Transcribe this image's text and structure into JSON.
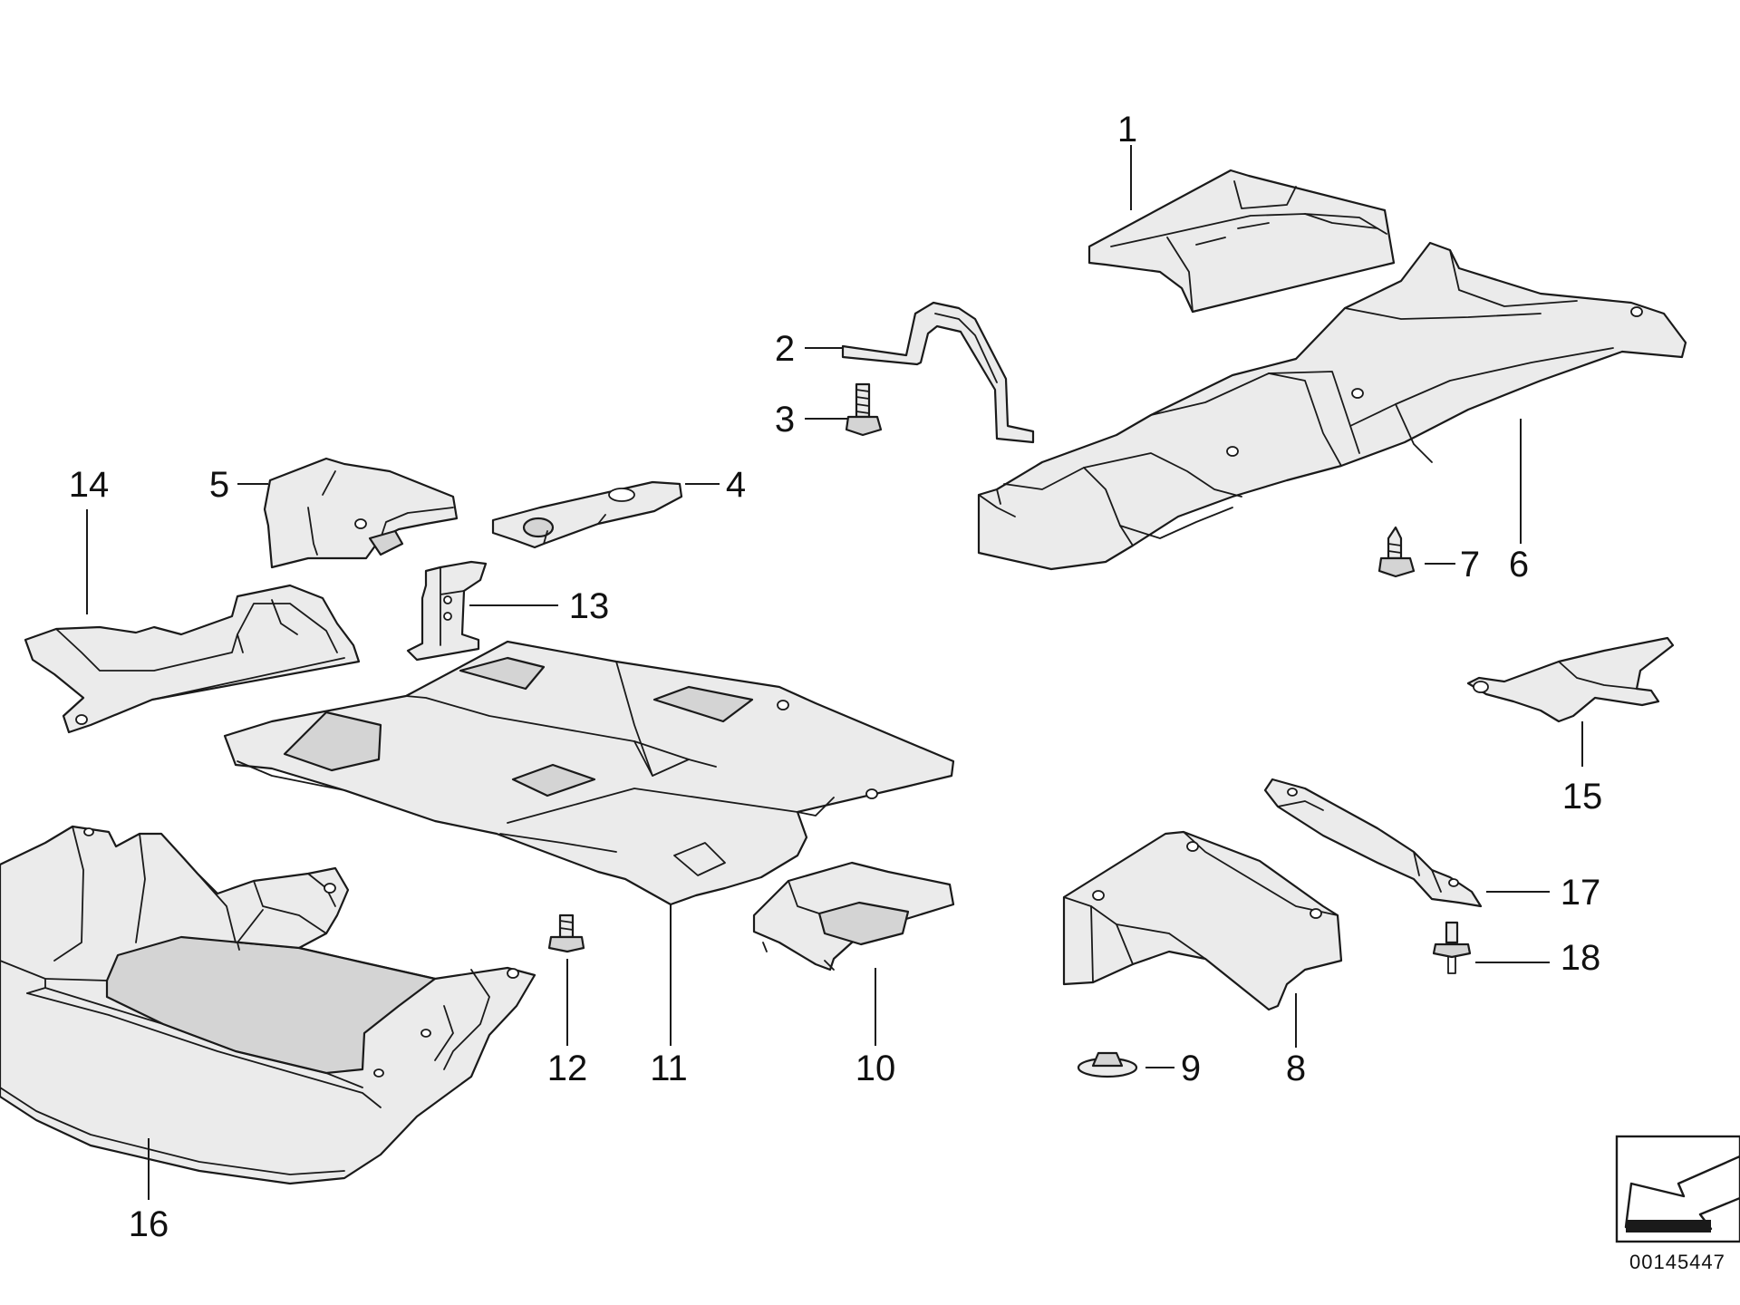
{
  "callouts": {
    "c1": "1",
    "c2": "2",
    "c3": "3",
    "c4": "4",
    "c5": "5",
    "c6": "6",
    "c7": "7",
    "c8": "8",
    "c9": "9",
    "c10": "10",
    "c11": "11",
    "c12": "12",
    "c13": "13",
    "c14": "14",
    "c15": "15",
    "c16": "16",
    "c17": "17",
    "c18": "18"
  },
  "reference_number": "00145447",
  "colors": {
    "line": "#1a1a1a",
    "part_fill": "#ebebeb",
    "background": "#ffffff"
  }
}
